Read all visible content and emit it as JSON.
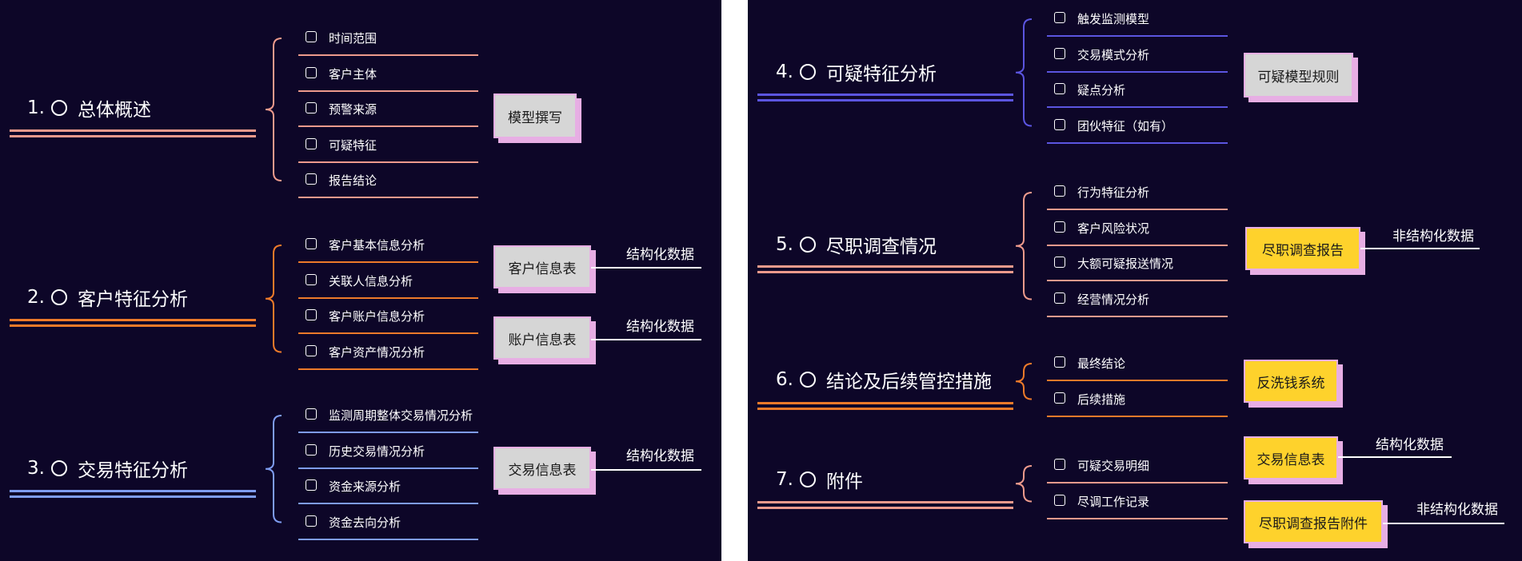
{
  "colors": {
    "background": "#0d0628",
    "peach": "#ed9a8c",
    "orange": "#ed7a2a",
    "blue": "#7e9cf0",
    "indigo": "#5b55e0",
    "box_grey": "#d6d6d6",
    "box_yellow": "#fed22c",
    "box_shadow": "#e7aee4"
  },
  "sections": [
    {
      "num": "1.",
      "title": "总体概述",
      "items": [
        "时间范围",
        "客户主体",
        "预警来源",
        "可疑特征",
        "报告结论"
      ],
      "boxes": [
        {
          "label": "模型撰写",
          "data_label": ""
        }
      ]
    },
    {
      "num": "2.",
      "title": "客户特征分析",
      "items": [
        "客户基本信息分析",
        "关联人信息分析",
        "客户账户信息分析",
        "客户资产情况分析"
      ],
      "boxes": [
        {
          "label": "客户信息表",
          "data_label": "结构化数据"
        },
        {
          "label": "账户信息表",
          "data_label": "结构化数据"
        }
      ]
    },
    {
      "num": "3.",
      "title": "交易特征分析",
      "items": [
        "监测周期整体交易情况分析",
        "历史交易情况分析",
        "资金来源分析",
        "资金去向分析"
      ],
      "boxes": [
        {
          "label": "交易信息表",
          "data_label": "结构化数据"
        }
      ]
    },
    {
      "num": "4.",
      "title": "可疑特征分析",
      "items": [
        "触发监测模型",
        "交易模式分析",
        "疑点分析",
        "团伙特征（如有）"
      ],
      "boxes": [
        {
          "label": "可疑模型规则",
          "data_label": ""
        }
      ]
    },
    {
      "num": "5.",
      "title": "尽职调查情况",
      "items": [
        "行为特征分析",
        "客户风险状况",
        "大额可疑报送情况",
        "经营情况分析"
      ],
      "boxes": [
        {
          "label": "尽职调查报告",
          "data_label": "非结构化数据"
        }
      ]
    },
    {
      "num": "6.",
      "title": "结论及后续管控措施",
      "items": [
        "最终结论",
        "后续措施"
      ],
      "boxes": [
        {
          "label": "反洗钱系统",
          "data_label": ""
        }
      ]
    },
    {
      "num": "7.",
      "title": "附件",
      "items": [
        "可疑交易明细",
        "尽调工作记录"
      ],
      "boxes": [
        {
          "label": "交易信息表",
          "data_label": "结构化数据"
        },
        {
          "label": "尽职调查报告附件",
          "data_label": "非结构化数据"
        }
      ]
    }
  ]
}
